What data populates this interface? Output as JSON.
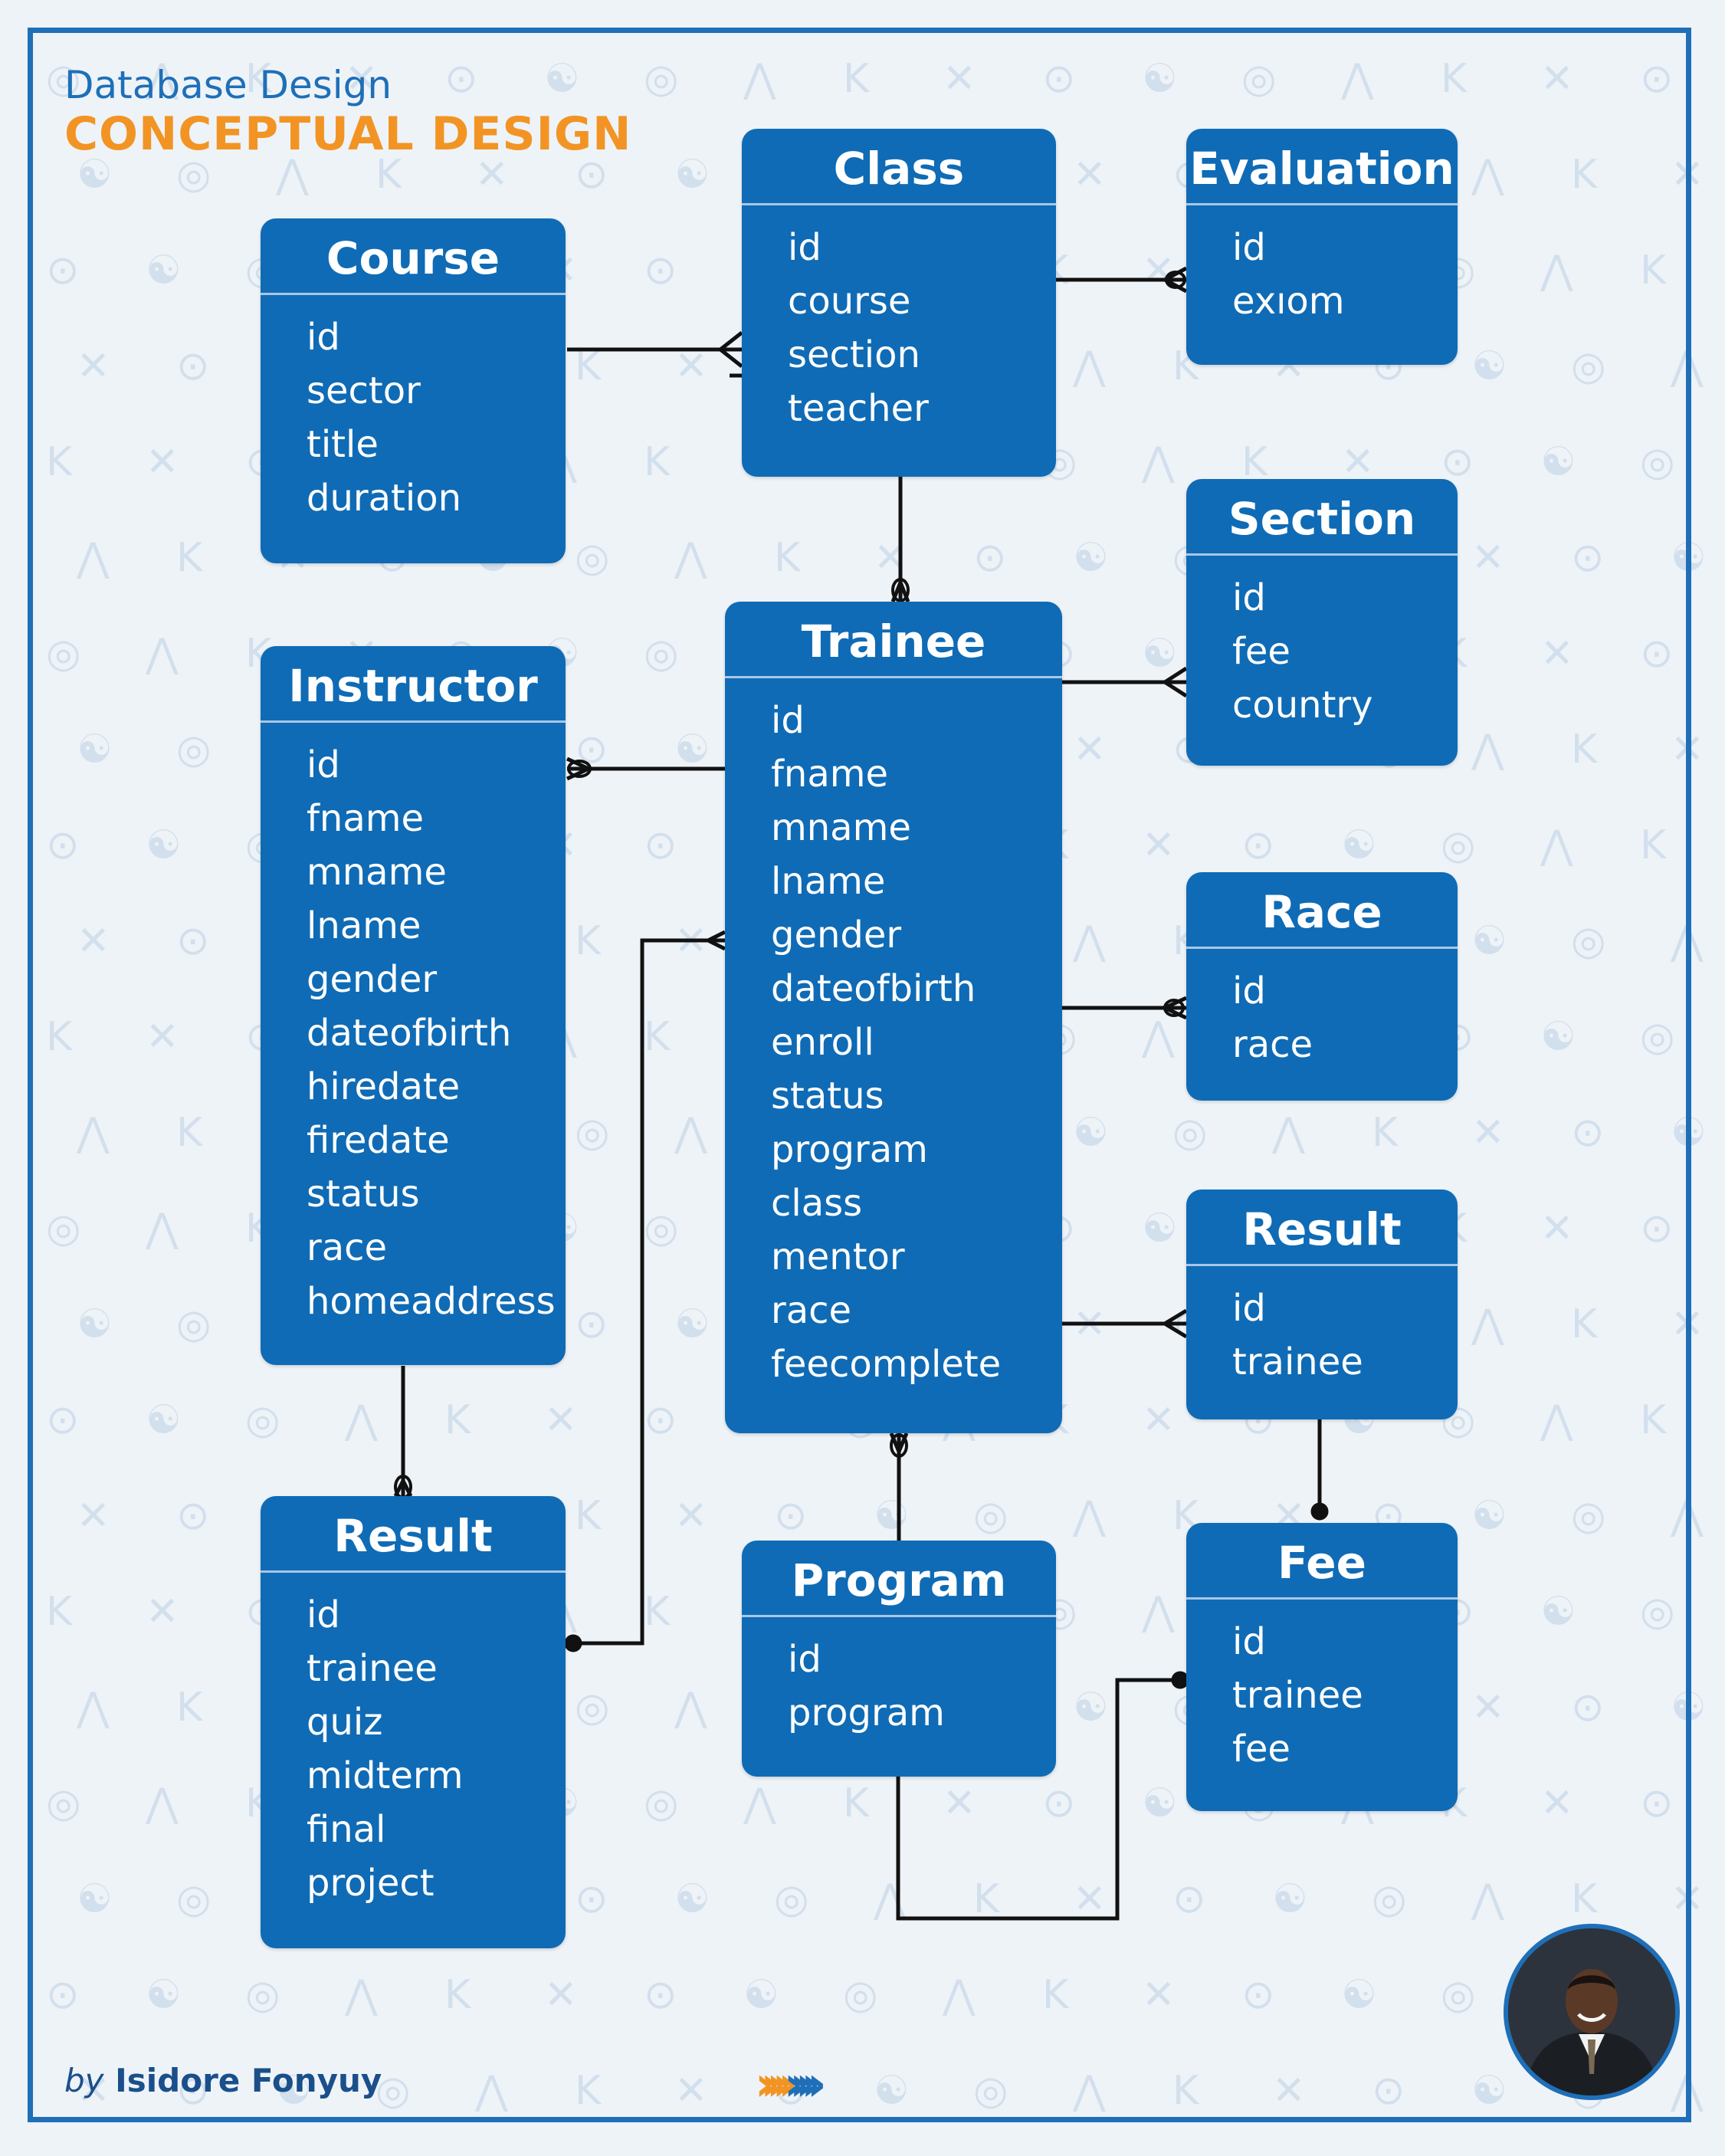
{
  "header": {
    "subtitle": "Database Design",
    "title": "CONCEPTUAL DESIGN"
  },
  "entities": {
    "course": {
      "title": "Course",
      "fields": [
        "id",
        "sector",
        "title",
        "duration"
      ]
    },
    "class": {
      "title": "Class",
      "fields": [
        "id",
        "course",
        "section",
        "teacher"
      ]
    },
    "evaluation": {
      "title": "Evaluation",
      "fields": [
        "id",
        "exıom"
      ]
    },
    "section": {
      "title": "Section",
      "fields": [
        "id",
        "fee",
        "country"
      ]
    },
    "instructor": {
      "title": "Instructor",
      "fields": [
        "id",
        "fname",
        "mname",
        "lname",
        "gender",
        "dateofbirth",
        "hiredate",
        "firedate",
        "status",
        "race",
        "homeaddress"
      ]
    },
    "trainee": {
      "title": "Trainee",
      "fields": [
        "id",
        "fname",
        "mname",
        "lname",
        "gender",
        "dateofbirth",
        "enroll",
        "status",
        "program",
        "class",
        "mentor",
        "race",
        "feecomplete"
      ]
    },
    "race": {
      "title": "Race",
      "fields": [
        "id",
        "race"
      ]
    },
    "result_right": {
      "title": "Result",
      "fields": [
        "id",
        "trainee"
      ]
    },
    "result_left": {
      "title": "Result",
      "fields": [
        "id",
        "trainee",
        "quiz",
        "midterm",
        "final",
        "project"
      ]
    },
    "program": {
      "title": "Program",
      "fields": [
        "id",
        "program"
      ]
    },
    "fee": {
      "title": "Fee",
      "fields": [
        "id",
        "trainee",
        "fee"
      ]
    }
  },
  "footer": {
    "by": "by",
    "author": "Isidore Fonyuy"
  },
  "colors": {
    "entity_fill": "#0f6bb5",
    "title_accent": "#f29424",
    "subtitle": "#1e6fb8",
    "frame": "#1f6fb8",
    "background": "#eef3f8"
  },
  "icons": [
    "avatar-photo-icon",
    "chevron-arrows-icon"
  ]
}
